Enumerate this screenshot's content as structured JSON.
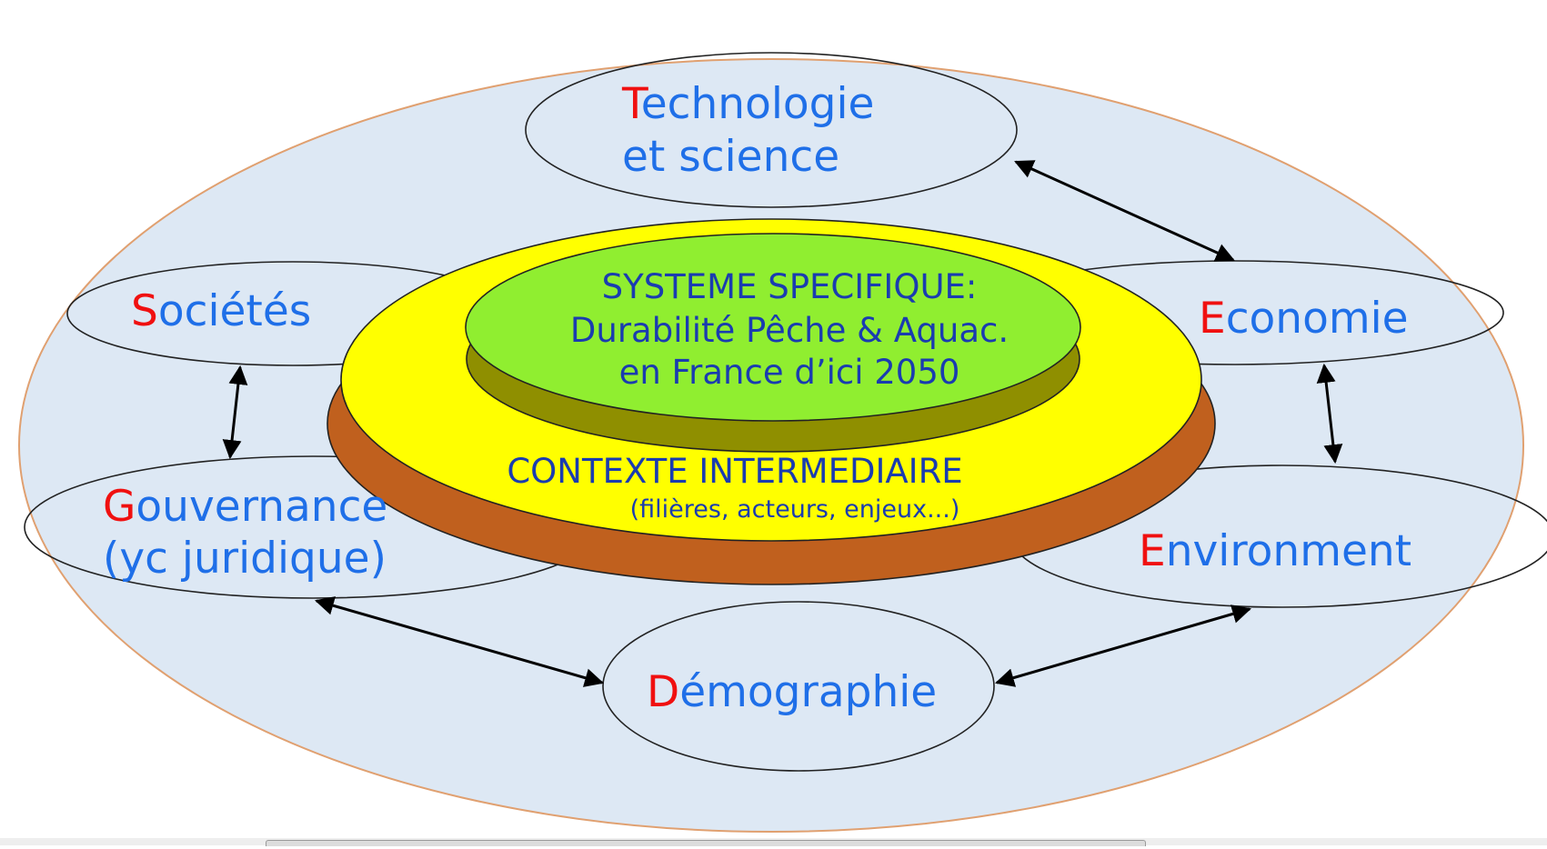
{
  "colors": {
    "initial": "#f01010",
    "label": "#1f6fe8",
    "center_text": "#1a3cb0",
    "outer_fill": "#dde8f4",
    "outer_stroke": "#e0a070",
    "yellow": "#ffff00",
    "brown": "#c0601e",
    "green": "#90ee30",
    "olive": "#8f8f00"
  },
  "factors": {
    "technologie": {
      "initial": "T",
      "line1": "echnologie",
      "line2": "et science"
    },
    "societes": {
      "initial": "S",
      "rest": "ociétés"
    },
    "economie": {
      "initial": "E",
      "rest": "conomie"
    },
    "gouvernance": {
      "initial": "G",
      "line1": "ouvernance",
      "line2": "(yc juridique)"
    },
    "environnement": {
      "initial": "E",
      "rest": "nvironment"
    },
    "demographie": {
      "initial": "D",
      "rest": "émographie"
    }
  },
  "center": {
    "specific": {
      "line1": "SYSTEME SPECIFIQUE:",
      "line2": "Durabilité Pêche & Aquac.",
      "line3": "en France d’ici 2050"
    },
    "intermediate": {
      "title": "CONTEXTE INTERMEDIAIRE",
      "subtitle": "(filières, acteurs, enjeux...)"
    }
  }
}
